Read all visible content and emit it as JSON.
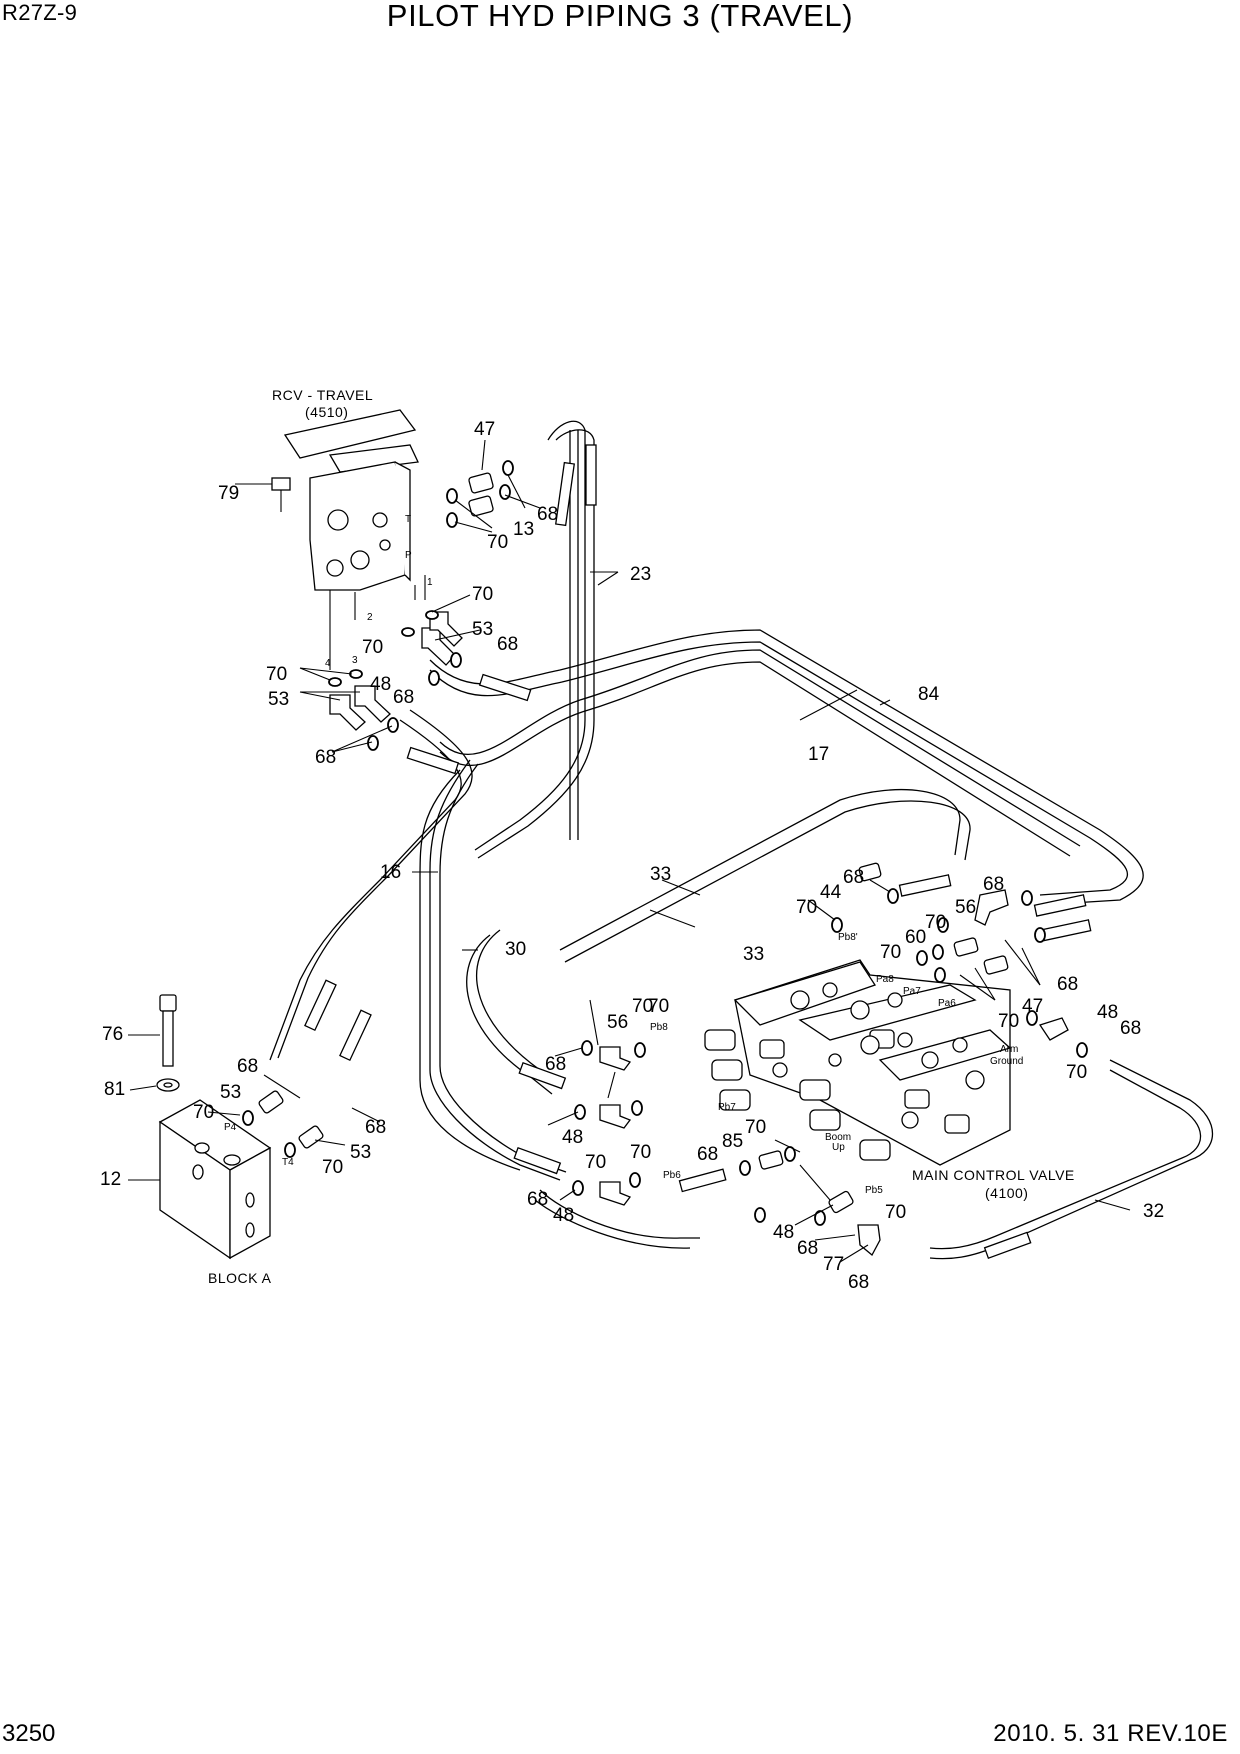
{
  "header": {
    "model": "R27Z-9",
    "title": "PILOT HYD PIPING 3 (TRAVEL)"
  },
  "footer": {
    "page": "3250",
    "date_rev": "2010. 5. 31  REV.10E"
  },
  "labels": {
    "rcv_name": "RCV - TRAVEL",
    "rcv_code": "(4510)",
    "mcv_name": "MAIN CONTROL VALVE",
    "mcv_code": "(4100)",
    "block_a": "BLOCK A",
    "port_pb8p": "Pb8'",
    "port_pa8": "Pa8",
    "port_pa7": "Pa7",
    "port_pa6": "Pa6",
    "port_pb8": "Pb8",
    "port_pb7": "Pb7",
    "port_pb6": "Pb6",
    "port_pb5": "Pb5",
    "arm_ground_1": "Arm",
    "arm_ground_2": "Ground",
    "boom_up_1": "Boom",
    "boom_up_2": "Up",
    "port_p4": "P4",
    "port_t4": "T4",
    "rcv_t": "T",
    "rcv_p": "P",
    "rcv_1": "1",
    "rcv_2": "2",
    "rcv_3": "3",
    "rcv_4": "4"
  },
  "part_numbers": {
    "n47_top": "47",
    "n79": "79",
    "n68_a": "68",
    "n13": "13",
    "n70_a": "70",
    "n23": "23",
    "n70_b": "70",
    "n53_a": "53",
    "n68_b": "68",
    "n70_c": "70",
    "n70_d": "70",
    "n48_a": "48",
    "n68_c": "68",
    "n53_b": "53",
    "n68_d": "68",
    "n84": "84",
    "n17": "17",
    "n16": "16",
    "n33_a": "33",
    "n33_b": "33",
    "n30": "30",
    "n44": "44",
    "n68_e": "68",
    "n70_e": "70",
    "n68_f": "68",
    "n56_a": "56",
    "n70_f": "70",
    "n60": "60",
    "n70_g": "70",
    "n68_g": "68",
    "n47_b": "47",
    "n70_h": "70",
    "n48_b": "48",
    "n68_h": "68",
    "n70_i": "70",
    "n76": "76",
    "n68_i": "68",
    "n53_c": "53",
    "n70_j": "70",
    "n56_b": "56",
    "n70_k": "70",
    "n68_j": "68",
    "n81": "81",
    "n70_l": "70",
    "n68_k": "68",
    "n48_c": "48",
    "n70_m": "70",
    "n53_d": "53",
    "n70_n": "70",
    "n12": "12",
    "n70_o": "70",
    "n68_l": "68",
    "n85": "85",
    "n70_p": "70",
    "n68_m": "68",
    "n48_d": "48",
    "n70_q": "70",
    "n32": "32",
    "n48_e": "48",
    "n68_n": "68",
    "n77": "77",
    "n68_o": "68"
  }
}
